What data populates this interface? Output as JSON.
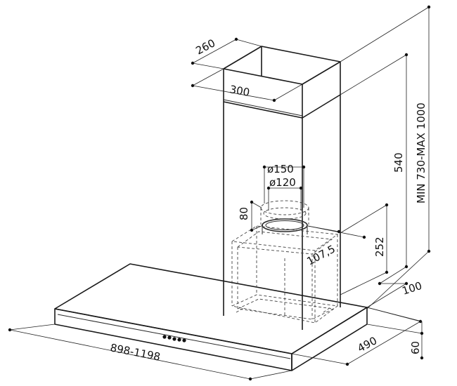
{
  "dimensions": {
    "chimney_depth": "260",
    "chimney_width": "300",
    "upper_chimney_height": "540",
    "total_height_range": "MIN 730-MAX 1000",
    "outlet_diameter_outer": "ø150",
    "outlet_diameter_inner": "ø120",
    "outlet_height": "80",
    "outlet_offset": "107,5",
    "lower_chimney_height": "252",
    "rear_offset": "100",
    "hood_depth": "490",
    "canopy_thickness": "60",
    "hood_width_range": "898-1198"
  },
  "colors": {
    "line": "#1a1a1a",
    "background": "#ffffff"
  }
}
